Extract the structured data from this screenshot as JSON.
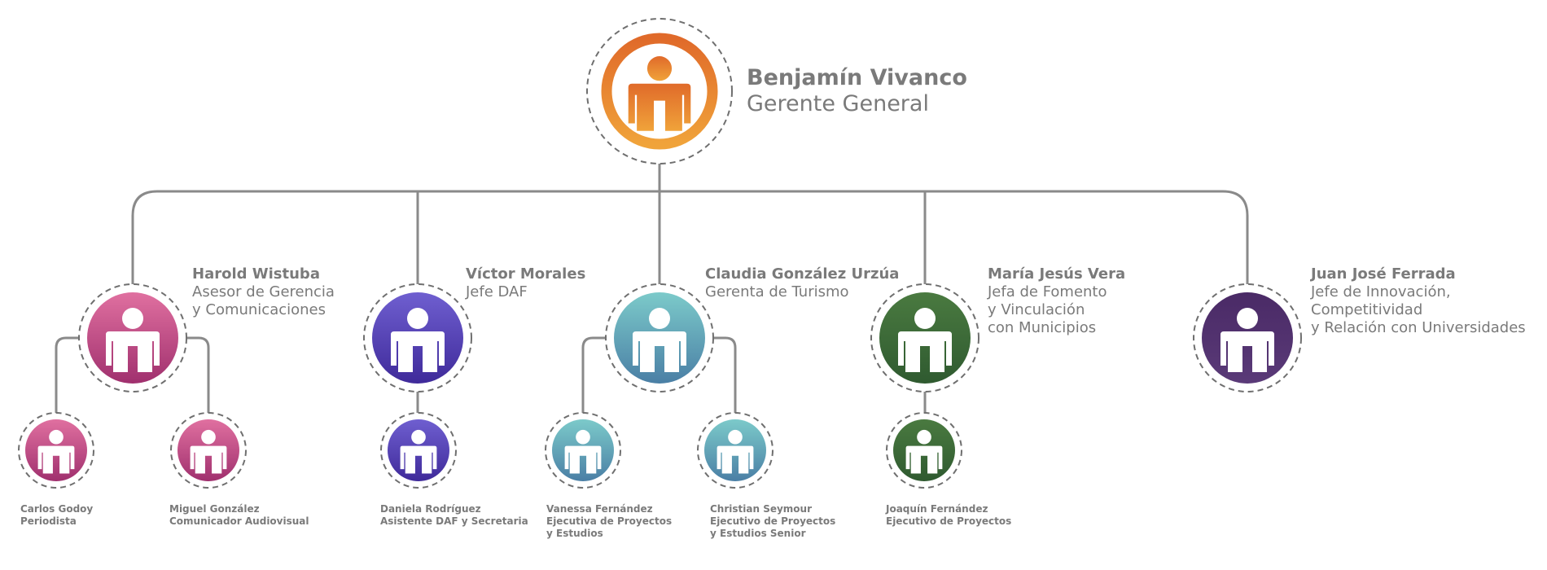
{
  "colors": {
    "connector": "#8a8a8a",
    "dashed": "#6f6f6f",
    "text": "#7a7a7a",
    "orange": [
      "#e06a2a",
      "#f0a33a"
    ],
    "pink": [
      "#e070a0",
      "#a0306e"
    ],
    "purple": [
      "#6f5fd0",
      "#3f2a9a"
    ],
    "teal": [
      "#7ccaca",
      "#4a7fa5"
    ],
    "green": [
      "#4a7a40",
      "#2f5a30"
    ],
    "plum": [
      "#4a2a66",
      "#5a3a78"
    ]
  },
  "root": {
    "name": "Benjamín Vivanco",
    "role_lines": [
      "Gerente General"
    ],
    "color": "orange"
  },
  "managers": [
    {
      "id": "harold",
      "name": "Harold Wistuba",
      "role_lines": [
        "Asesor de Gerencia",
        "y Comunicaciones"
      ],
      "color": "pink",
      "reports": [
        {
          "id": "carlos",
          "name": "Carlos Godoy",
          "role_lines": [
            "Periodista"
          ],
          "color": "pink"
        },
        {
          "id": "miguel",
          "name": "Miguel González",
          "role_lines": [
            "Comunicador Audiovisual"
          ],
          "color": "pink"
        }
      ]
    },
    {
      "id": "victor",
      "name": "Víctor Morales",
      "role_lines": [
        "Jefe DAF"
      ],
      "color": "purple",
      "reports": [
        {
          "id": "daniela",
          "name": "Daniela Rodríguez",
          "role_lines": [
            "Asistente DAF y Secretaria"
          ],
          "color": "purple"
        }
      ]
    },
    {
      "id": "claudia",
      "name": "Claudia González Urzúa",
      "role_lines": [
        "Gerenta de Turismo"
      ],
      "color": "teal",
      "reports": [
        {
          "id": "vanessa",
          "name": "Vanessa Fernández",
          "role_lines": [
            "Ejecutiva de Proyectos",
            "y Estudios"
          ],
          "color": "teal"
        },
        {
          "id": "christian",
          "name": "Christian Seymour",
          "role_lines": [
            "Ejecutivo de Proyectos",
            "y Estudios Senior"
          ],
          "color": "teal"
        }
      ]
    },
    {
      "id": "maria",
      "name": "María Jesús Vera",
      "role_lines": [
        "Jefa de Fomento",
        "y Vinculación",
        "con Municipios"
      ],
      "color": "green",
      "reports": [
        {
          "id": "joaquin",
          "name": "Joaquín Fernández",
          "role_lines": [
            "Ejecutivo de Proyectos"
          ],
          "color": "green"
        }
      ]
    },
    {
      "id": "juan",
      "name": "Juan José Ferrada",
      "role_lines": [
        "Jefe de Innovación,",
        "Competitividad",
        "y Relación con Universidades"
      ],
      "color": "plum",
      "reports": []
    }
  ]
}
